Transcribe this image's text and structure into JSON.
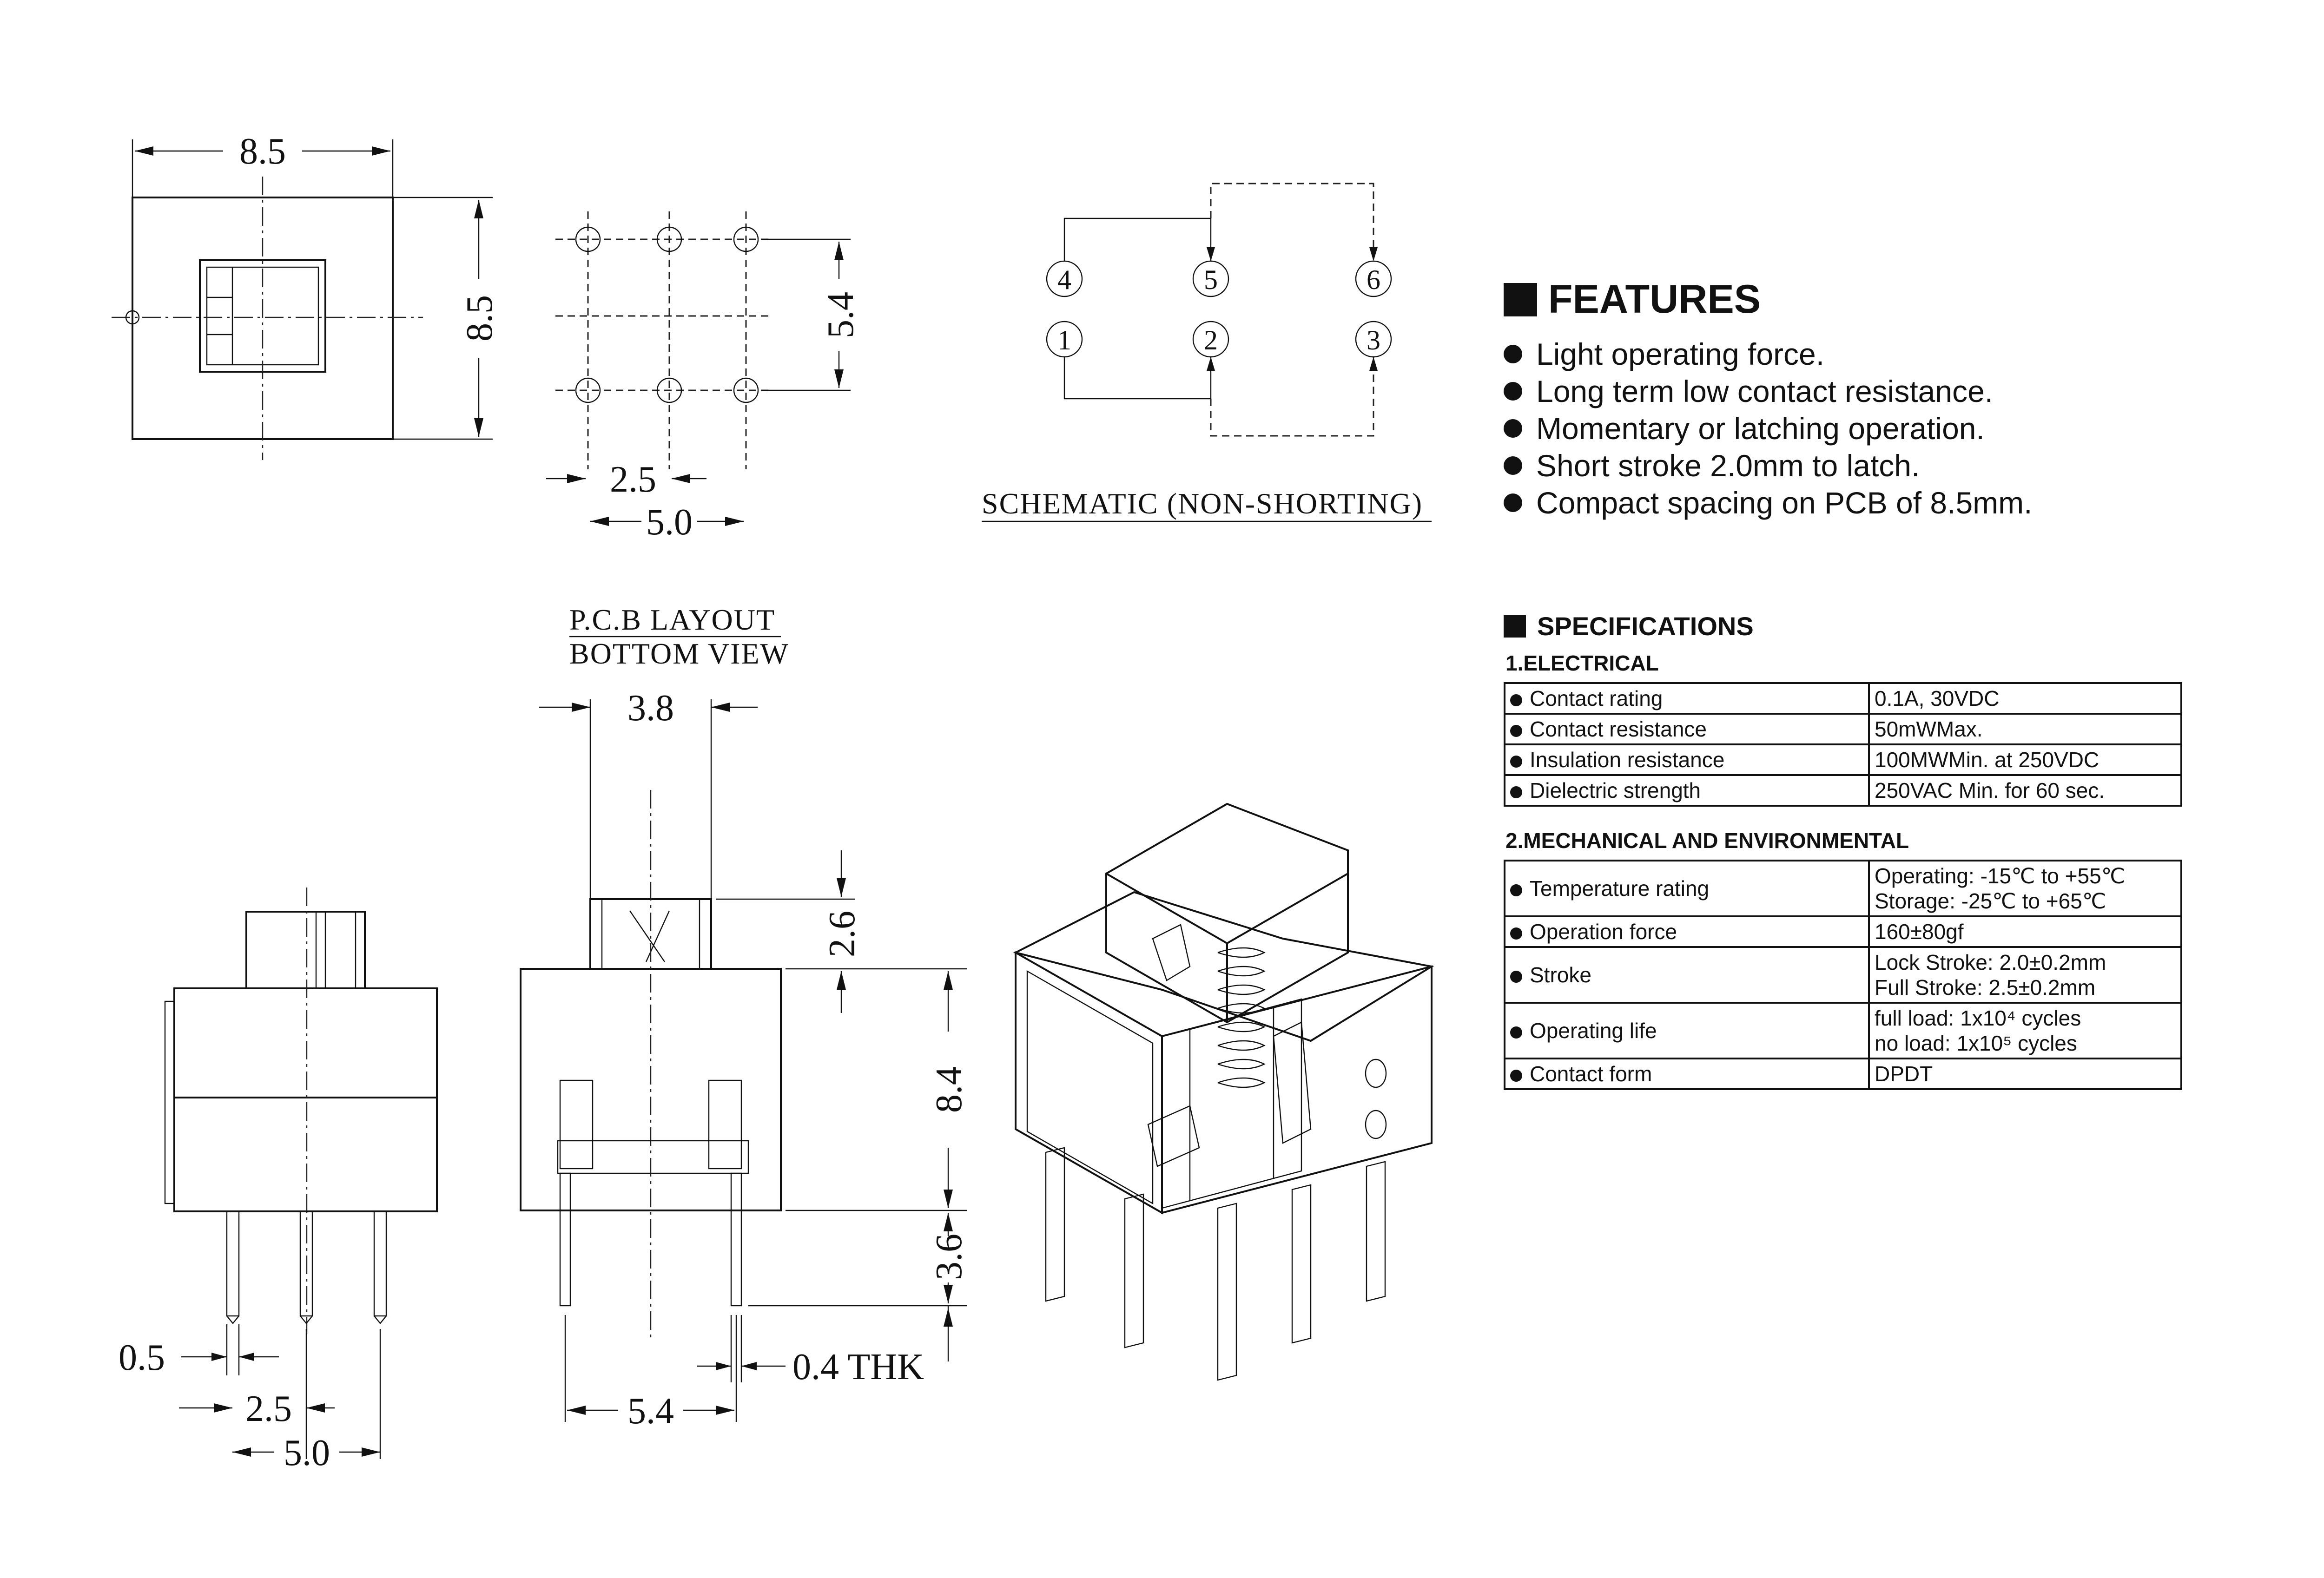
{
  "dimensions": {
    "top_width": "8.5",
    "top_height": "8.5",
    "pcb_row_pitch": "5.4",
    "pcb_col_pitch": "2.5",
    "pcb_total_pitch": "5.0",
    "side_width": "3.8",
    "actuator_height": "2.6",
    "body_height": "8.4",
    "pin_length": "3.6",
    "pin_width": "0.5",
    "front_pitch": "2.5",
    "front_total": "5.0",
    "side_pin_span": "5.4",
    "pin_thickness": "0.4 THK"
  },
  "labels": {
    "schematic": "SCHEMATIC (NON-SHORTING)",
    "pcb_layout_line1": "P.C.B LAYOUT",
    "pcb_layout_line2": "BOTTOM VIEW"
  },
  "schematic_pins": [
    "4",
    "5",
    "6",
    "1",
    "2",
    "3"
  ],
  "features": {
    "title": "FEATURES",
    "items": [
      "Light operating force.",
      "Long term low contact resistance.",
      "Momentary or latching operation.",
      "Short stroke 2.0mm to latch.",
      "Compact spacing on PCB of  8.5mm."
    ]
  },
  "specifications": {
    "title": "SPECIFICATIONS",
    "electrical": {
      "heading": "1.ELECTRICAL",
      "rows": [
        {
          "param": "Contact rating",
          "value": [
            "0.1A, 30VDC"
          ]
        },
        {
          "param": "Contact resistance",
          "value": [
            "50mWMax."
          ]
        },
        {
          "param": "Insulation resistance",
          "value": [
            "100MWMin. at 250VDC"
          ]
        },
        {
          "param": "Dielectric strength",
          "value": [
            "250VAC Min. for 60 sec."
          ]
        }
      ]
    },
    "mechanical": {
      "heading": "2.MECHANICAL AND ENVIRONMENTAL",
      "rows": [
        {
          "param": "Temperature rating",
          "value": [
            "Operating: -15℃ to +55℃",
            "Storage: -25℃ to +65℃"
          ]
        },
        {
          "param": "Operation force",
          "value": [
            "160±80gf"
          ]
        },
        {
          "param": "Stroke",
          "value": [
            "Lock Stroke: 2.0±0.2mm",
            "Full Stroke: 2.5±0.2mm"
          ]
        },
        {
          "param": "Operating life",
          "value": [
            "full load: 1x10⁴ cycles",
            "no load: 1x10⁵ cycles"
          ]
        },
        {
          "param": "Contact form",
          "value": [
            "DPDT"
          ]
        }
      ]
    }
  }
}
